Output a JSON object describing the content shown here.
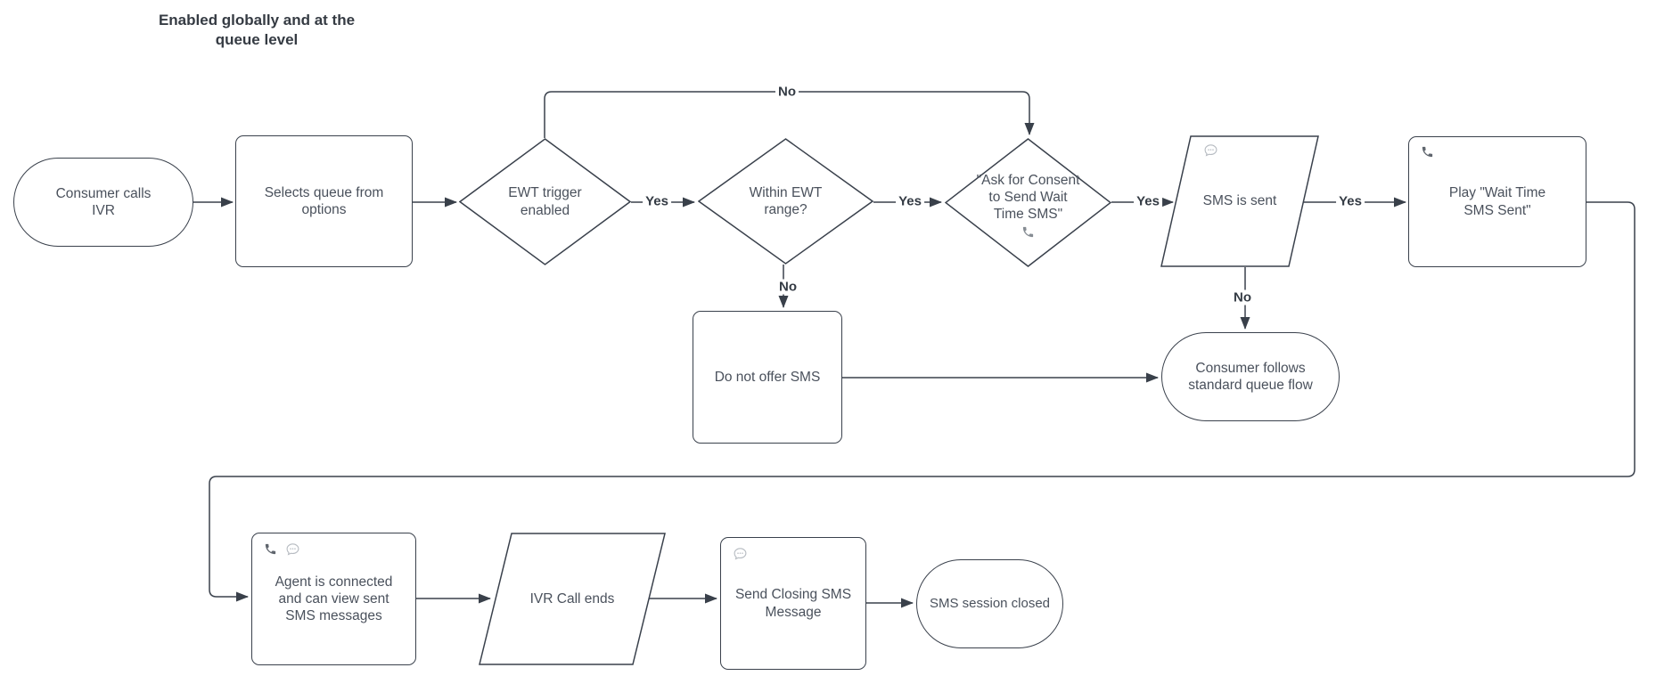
{
  "title": "Enabled globally and at the queue level",
  "nodes": {
    "consumer_calls_ivr": {
      "type": "terminator",
      "label": "Consumer calls IVR"
    },
    "selects_queue": {
      "type": "process",
      "label": "Selects queue from options"
    },
    "ewt_trigger": {
      "type": "decision",
      "label": "EWT trigger enabled"
    },
    "within_ewt": {
      "type": "decision",
      "label": "Within EWT range?"
    },
    "ask_consent": {
      "type": "decision",
      "label": "\"Ask for Consent to Send Wait Time SMS\"",
      "icon": "phone-icon"
    },
    "sms_is_sent": {
      "type": "data",
      "label": "SMS is sent",
      "icon": "sms-bubble-icon"
    },
    "play_wait_time": {
      "type": "process",
      "label": "Play \"Wait Time SMS Sent\"",
      "icon": "phone-icon"
    },
    "do_not_offer": {
      "type": "process",
      "label": "Do not offer SMS"
    },
    "standard_queue_flow": {
      "type": "terminator",
      "label": "Consumer follows standard queue flow"
    },
    "agent_connected": {
      "type": "process",
      "label": "Agent is connected and can view sent SMS messages",
      "icons": "phone-icon sms-bubble-icon"
    },
    "ivr_call_ends": {
      "type": "data",
      "label": "IVR Call ends"
    },
    "send_closing_sms": {
      "type": "process",
      "label": "Send Closing SMS Message",
      "icon": "sms-bubble-icon"
    },
    "sms_session_closed": {
      "type": "terminator",
      "label": "SMS session closed"
    }
  },
  "edge_labels": {
    "ewt_no": "No",
    "ewt_yes": "Yes",
    "within_yes": "Yes",
    "within_no": "No",
    "consent_yes": "Yes",
    "sms_yes": "Yes",
    "sms_no": "No"
  },
  "colors": {
    "stroke": "#3a414c",
    "node_text": "#4a515c",
    "edge_label_text": "#343b44",
    "phone_icon_dark": "#5f656d",
    "phone_icon_medium": "#868c93",
    "bubble_icon_light": "#b7bcc2",
    "background": "#ffffff"
  }
}
